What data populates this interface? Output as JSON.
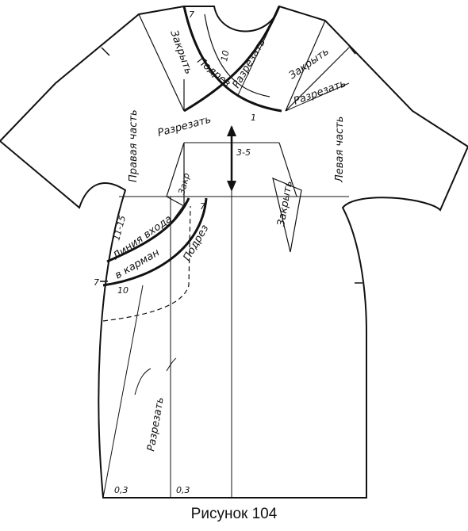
{
  "caption": "Рисунок 104",
  "labels": {
    "right_part": "Правая часть",
    "left_part": "Левая часть",
    "close_top_left": "Закрыть",
    "cut_top_left": "Разрезать",
    "undercut_top": "Подрез",
    "cut_neck": "Разрезать",
    "close_top_right": "Закрыть",
    "cut_top_right": "Разрезать",
    "dart_small": "Закр",
    "dart_close_right": "Закрыть",
    "pocket_line_1": "Линия входа",
    "pocket_line_2": "в карман",
    "undercut_pocket": "Подрез",
    "cut_bottom": "Разрезать",
    "m_7_top": "7",
    "m_10_top": "10",
    "m_1": "1",
    "m_3_5": "3-5",
    "m_7_pocket": "7",
    "m_11_15": "11-15",
    "m_7_side": "7",
    "m_10_side": "10",
    "m_03_left": "0,3",
    "m_03_mid": "0,3"
  },
  "colors": {
    "line": "#111111",
    "background": "#ffffff"
  }
}
